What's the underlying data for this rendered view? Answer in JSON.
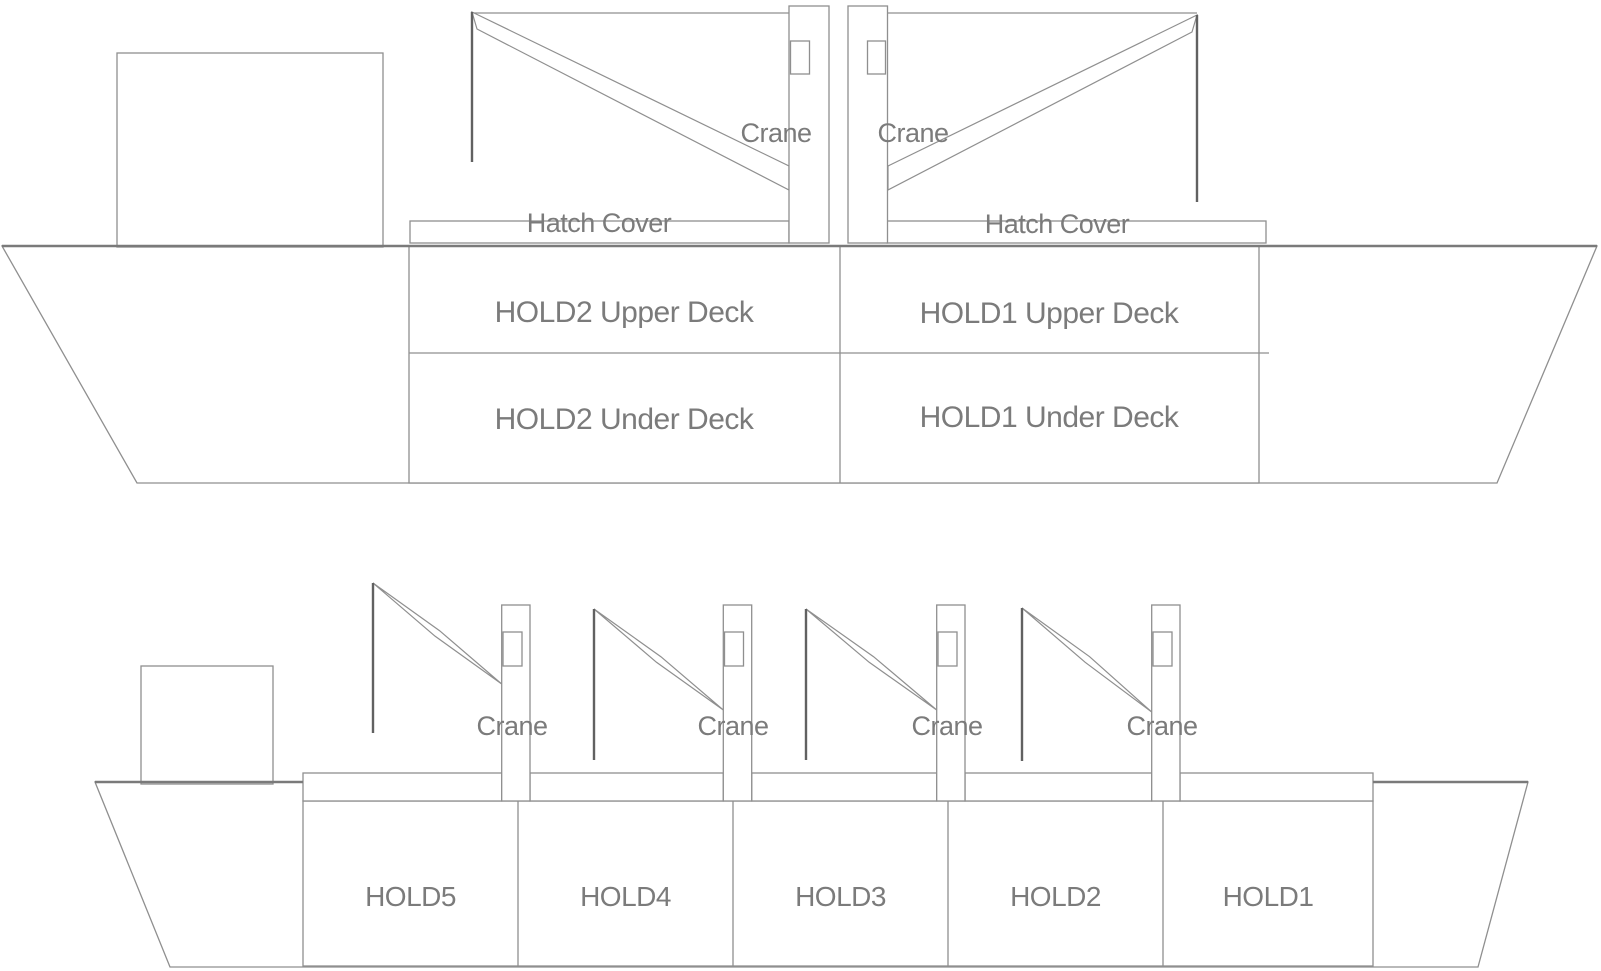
{
  "colors": {
    "line": "#8f8f8f",
    "deck_line": "#7a7a7a",
    "cable": "#616161",
    "text": "#7b7b7b",
    "background": "#ffffff"
  },
  "top_ship": {
    "cranes": [
      {
        "label": "Crane"
      },
      {
        "label": "Crane"
      }
    ],
    "hatch_covers": [
      {
        "label": "Hatch Cover"
      },
      {
        "label": "Hatch Cover"
      }
    ],
    "holds": [
      {
        "upper_label": "HOLD2 Upper Deck",
        "under_label": "HOLD2 Under Deck"
      },
      {
        "upper_label": "HOLD1 Upper Deck",
        "under_label": "HOLD1 Under Deck"
      }
    ]
  },
  "bottom_ship": {
    "cranes": [
      {
        "label": "Crane"
      },
      {
        "label": "Crane"
      },
      {
        "label": "Crane"
      },
      {
        "label": "Crane"
      }
    ],
    "holds": [
      {
        "label": "HOLD5"
      },
      {
        "label": "HOLD4"
      },
      {
        "label": "HOLD3"
      },
      {
        "label": "HOLD2"
      },
      {
        "label": "HOLD1"
      }
    ]
  }
}
